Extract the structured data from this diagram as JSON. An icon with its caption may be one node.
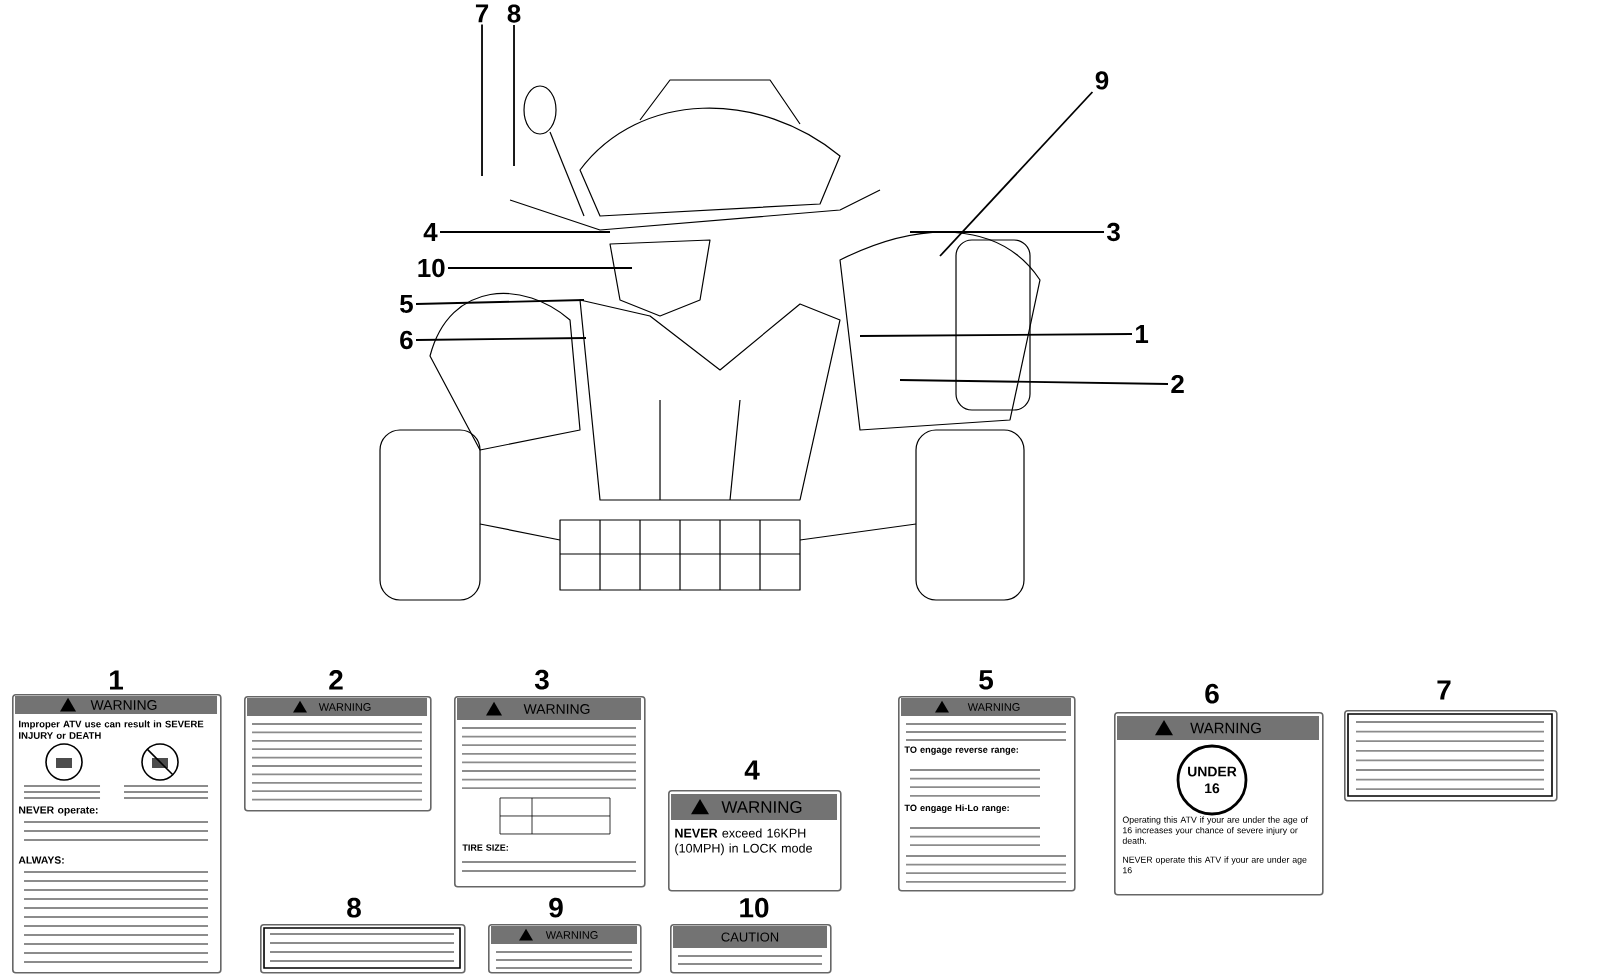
{
  "diagram": {
    "nodes": [
      {
        "text": [
          "7"
        ]
      },
      {
        "text": [
          "8"
        ]
      },
      {
        "text": [
          "9"
        ]
      },
      {
        "text": [
          "4"
        ]
      },
      {
        "text": [
          "3"
        ]
      },
      {
        "text": [
          "10"
        ]
      },
      {
        "text": [
          "5"
        ]
      },
      {
        "text": [
          "6"
        ]
      },
      {
        "text": [
          "1"
        ]
      },
      {
        "text": [
          "2"
        ]
      },
      {
        "text": [
          "1",
          "WARNING",
          "Improper ATV use can result in SEVERE INJURY or DEATH",
          "NEVER operate:",
          "ALWAYS:"
        ]
      },
      {
        "text": [
          "2",
          "WARNING"
        ]
      },
      {
        "text": [
          "3",
          "WARNING",
          "TIRE SIZE:"
        ]
      },
      {
        "text": [
          "5",
          "WARNING",
          "TO engage reverse range:",
          "TO engage Hi-Lo range:"
        ]
      },
      {
        "text": [
          "6",
          "WARNING",
          "UNDER 16",
          "Operating this ATV if your are under the age of 16 increases your chance of severe injury or death.",
          "NEVER operate this ATV if your are under age 16"
        ]
      },
      {
        "text": [
          "7"
        ]
      },
      {
        "text": [
          "4",
          "WARNING",
          "**NEVER** exceed 16KPH (10MPH) in LOCK mode"
        ]
      },
      {
        "text": [
          "8"
        ]
      },
      {
        "text": [
          "9",
          "WARNING"
        ]
      },
      {
        "text": [
          "10",
          "CAUTION"
        ]
      }
    ],
    "edges": [
      {
        "from": 0,
        "to": null,
        "arrow": "none"
      },
      {
        "from": 1,
        "to": null,
        "arrow": "none"
      },
      {
        "from": 2,
        "to": null,
        "arrow": "none"
      },
      {
        "from": 3,
        "to": null,
        "arrow": "none"
      },
      {
        "from": 4,
        "to": null,
        "arrow": "none"
      },
      {
        "from": 5,
        "to": null,
        "arrow": "none"
      },
      {
        "from": 6,
        "to": null,
        "arrow": "none"
      },
      {
        "from": 7,
        "to": null,
        "arrow": "none"
      },
      {
        "from": 8,
        "to": null,
        "arrow": "none"
      },
      {
        "from": 9,
        "to": null,
        "arrow": "none"
      }
    ]
  }
}
